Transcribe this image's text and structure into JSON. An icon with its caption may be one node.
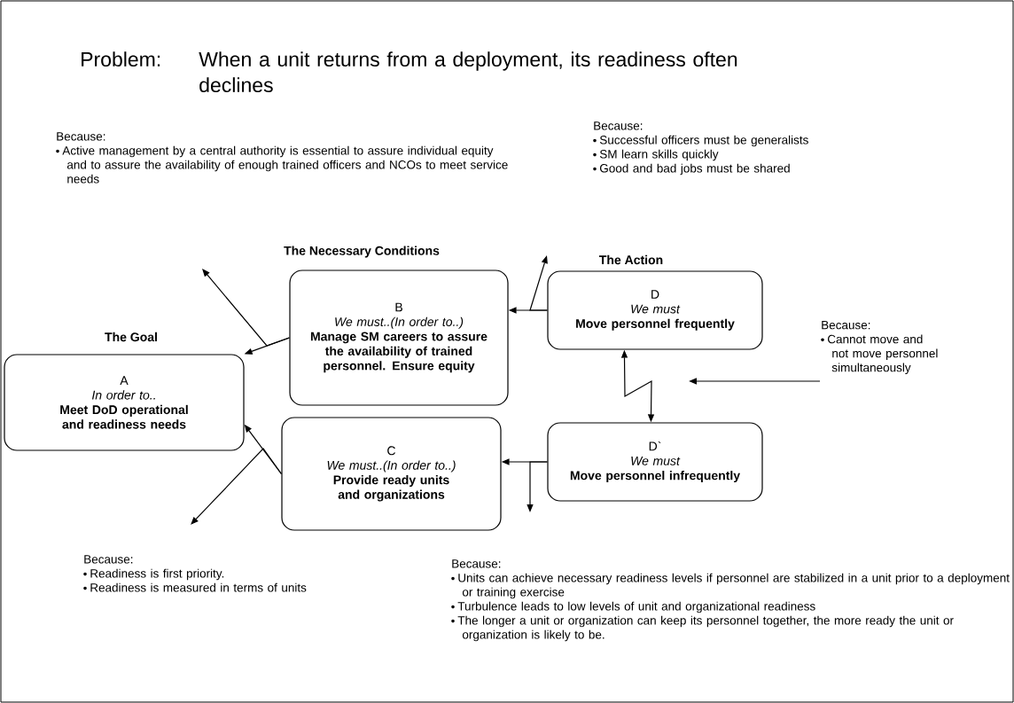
{
  "diagram": {
    "title": "When a unit returns from a deployment, its readiness often declines",
    "nodes": [
      {
        "text": [
          "Because:",
          "Active management by a central authority is essential to assure individual equity and to assure the availability of enough trained officers and NCOs to meet service needs"
        ]
      },
      {
        "text": [
          "Because:",
          "Successful officers must be generalists",
          "SM learn skills quickly",
          "Good and bad jobs must be shared"
        ]
      },
      {
        "text": [
          "A",
          "In order to..",
          "Meet DoD operational and readiness needs"
        ]
      },
      {
        "text": [
          "B",
          "We must..(In order to..)",
          "Manage SM careers to assure the availability of trained personnel. Ensure equity"
        ]
      },
      {
        "text": [
          "C",
          "We must..(In order to..)",
          "Provide ready units and organizations"
        ]
      },
      {
        "text": [
          "D",
          "We must",
          "Move personnel frequently"
        ]
      },
      {
        "text": [
          "D`",
          "We must",
          "Move personnel infrequently"
        ]
      },
      {
        "text": [
          "Because:",
          "Cannot move and not move personnel simultaneously"
        ]
      },
      {
        "text": [
          "Because:",
          "Readiness is first priority.",
          "Readiness is measured in terms of units"
        ]
      },
      {
        "text": [
          "Because:",
          "Units can achieve necessary readiness levels if personnel are stabilized in a unit prior to a deployment or training exercise",
          "Turbulence leads to low levels of unit and organizational readiness",
          "The longer a unit or organization can keep its personnel together, the more ready the unit or organization is likely to be."
        ]
      }
    ],
    "edges": [
      {
        "from": 3,
        "to": 2,
        "arrow": "to"
      },
      {
        "from": 3,
        "to": null,
        "arrow": "to"
      },
      {
        "from": 4,
        "to": 2,
        "arrow": "to"
      },
      {
        "from": 4,
        "to": null,
        "arrow": "to"
      },
      {
        "from": 5,
        "to": 3,
        "arrow": "to"
      },
      {
        "from": 5,
        "to": null,
        "arrow": "to"
      },
      {
        "from": 6,
        "to": 4,
        "arrow": "to"
      },
      {
        "from": 6,
        "to": null,
        "arrow": "to"
      },
      {
        "from": 5,
        "to": 6,
        "arrow": "both"
      },
      {
        "from": 7,
        "to": null,
        "arrow": "to"
      }
    ],
    "labels": [
      "Problem:",
      "The Goal",
      "The Necessary Conditions",
      "The Action"
    ]
  }
}
